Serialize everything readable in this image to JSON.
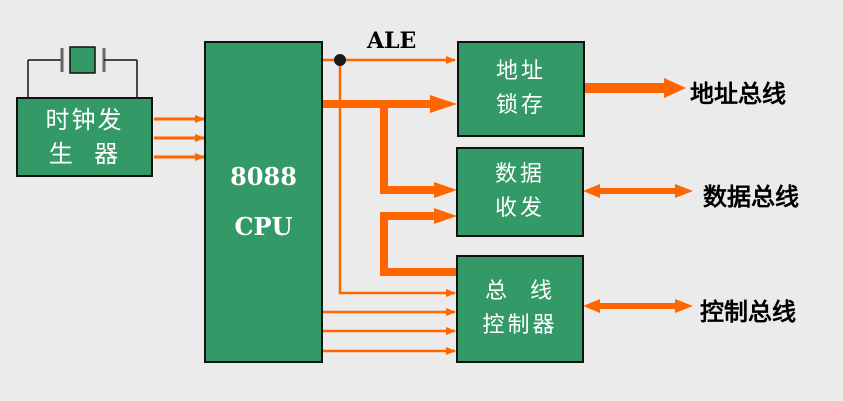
{
  "diagram": {
    "clock": {
      "line1": "时钟发",
      "line2": "生  器"
    },
    "cpu": {
      "line1": "8088",
      "line2": "CPU"
    },
    "ale_label": "ALE",
    "addr_latch": {
      "line1": "地址",
      "line2": "锁存"
    },
    "data_trans": {
      "line1": "数据",
      "line2": "收发"
    },
    "bus_ctrl": {
      "line1": "总  线",
      "line2": "控制器"
    },
    "outputs": {
      "address_bus": "地址总线",
      "data_bus": "数据总线",
      "control_bus": "控制总线"
    },
    "colors": {
      "block": "#339966",
      "arrow": "#ff6600",
      "background": "#ebebeb"
    }
  }
}
